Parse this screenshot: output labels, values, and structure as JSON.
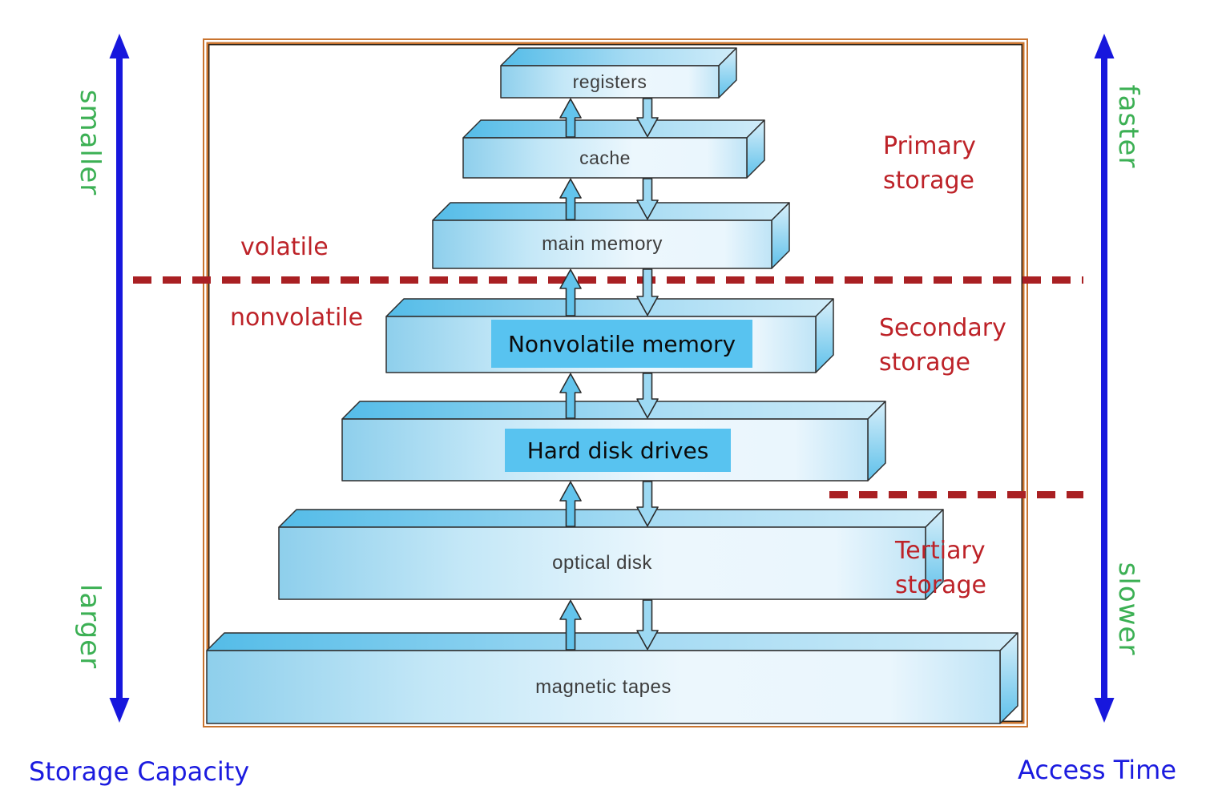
{
  "diagram": {
    "levels": [
      {
        "label": "registers"
      },
      {
        "label": "cache"
      },
      {
        "label": "main memory"
      },
      {
        "label": "Nonvolatile memory",
        "highlighted": true
      },
      {
        "label": "Hard disk drives",
        "highlighted": true
      },
      {
        "label": "optical disk"
      },
      {
        "label": "magnetic tapes"
      }
    ],
    "volatility": {
      "volatile": "volatile",
      "nonvolatile": "nonvolatile"
    },
    "storage_classes": {
      "primary": "Primary\nstorage",
      "secondary": "Secondary\nstorage",
      "tertiary": "Tertiary\nstorage"
    },
    "left_axis": {
      "top": "smaller",
      "bottom": "larger",
      "title": "Storage Capacity"
    },
    "right_axis": {
      "top": "faster",
      "bottom": "slower",
      "title": "Access Time"
    },
    "colors": {
      "annotation_red": "#bd2228",
      "dashed_line_red": "#a92023",
      "axis_label_green": "#3cb054",
      "axis_blue": "#1717dd",
      "frame_orange": "#c9742f",
      "highlight_blue": "#58c3f0",
      "box_fill_light": "#ecf7fd",
      "box_fill_dark": "#8ecfec"
    }
  }
}
